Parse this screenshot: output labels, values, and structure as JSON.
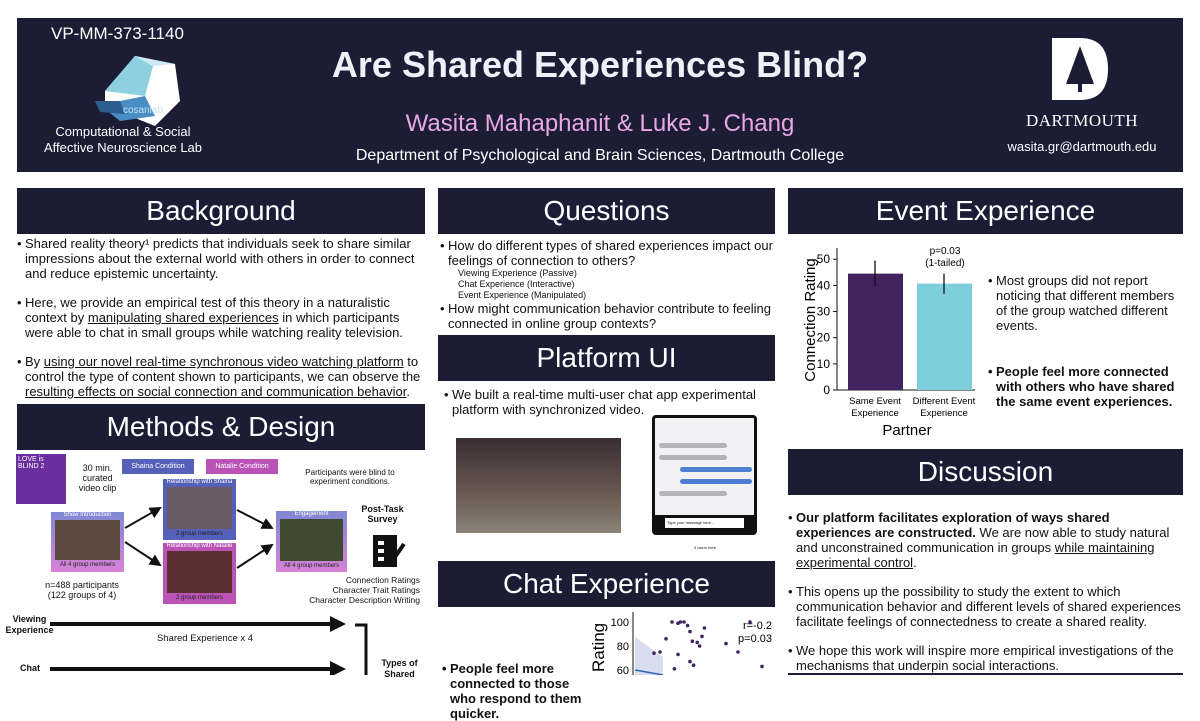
{
  "header": {
    "poster_id": "VP-MM-373-1140",
    "lab_logo_text": "cosanlab",
    "lab_name_line1": "Computational & Social",
    "lab_name_line2": "Affective Neuroscience Lab",
    "title": "Are Shared Experiences Blind?",
    "authors": "Wasita Mahaphanit & Luke J. Chang",
    "affiliation": "Department of Psychological and Brain Sciences, Dartmouth College",
    "university": "DARTMOUTH",
    "email": "wasita.gr@dartmouth.edu"
  },
  "background": {
    "heading": "Background",
    "p1": "Shared reality theory¹ predicts that individuals seek to share similar impressions about the external world with others in order to connect and reduce epistemic uncertainty.",
    "p2a": "Here, we provide an empirical test of this theory in a naturalistic context by ",
    "p2u": "manipulating shared experiences",
    "p2b": " in which participants were able to chat in small groups while watching reality television.",
    "p3a": "By ",
    "p3u": "using our novel real-time synchronous video watching platform",
    "p3b": " to control the type of content shown to participants, we can observe the ",
    "p3u2": "resulting effects on social connection and communication behavior",
    "p3c": "."
  },
  "methods": {
    "heading": "Methods & Design",
    "show_logo": "LOVE is BLIND 2",
    "clip": "30 min. curated video clip",
    "shaina_condition": "Shaina Condition",
    "natalie_condition": "Natalie Condition",
    "blind_note": "Participants were blind to experiment conditions.",
    "show_intro": "Show Introduction",
    "all_members": "All 4 group members",
    "rel_shaina": "Relationship with Shaina",
    "rel_natalie": "Relationship with Natalie",
    "two_members": "2 group members",
    "engagement": "Engagement",
    "survey": "Post-Task Survey",
    "survey_items": [
      "Connection Ratings",
      "Character Trait Ratings",
      "Character Description Writing"
    ],
    "n": "n=488 participants",
    "groups": "(122 groups of 4)",
    "viewing": "Viewing Experience",
    "shared_x4": "Shared Experience x 4",
    "chat": "Chat",
    "types": "Types of Shared"
  },
  "questions": {
    "heading": "Questions",
    "q1": "How do different types of shared experiences impact our feelings of connection to others?",
    "subs": [
      "Viewing Experience (Passive)",
      "Chat Experience (Interactive)",
      "Event Experience (Manipulated)"
    ],
    "q2": "How might communication behavior contribute to feeling connected in online group contexts?"
  },
  "platform": {
    "heading": "Platform UI",
    "text": "We built a real-time multi-user chat app experimental platform with synchronized video.",
    "chat_placeholder": "Type your message here...",
    "users_here": "4 users here"
  },
  "chat_experience": {
    "heading": "Chat Experience",
    "text": "People feel more connected to those who respond to them quicker."
  },
  "event": {
    "heading": "Event Experience",
    "b1": "Most groups did not report noticing that different members of the group watched different events.",
    "b2": "People feel more connected with others who have shared the same event experiences."
  },
  "discussion": {
    "heading": "Discussion",
    "p1b": "Our platform facilitates exploration of ways shared experiences are constructed.",
    "p1a": " We are now able to study natural and unconstrained communication in groups ",
    "p1u": "while maintaining experimental control",
    "p1c": ".",
    "p2": "This opens up the possibility to study the extent to which communication behavior and different levels of shared experiences facilitate feelings of connectedness to create a shared reality.",
    "p3": "We hope this work will inspire more empirical investigations of the mechanisms that underpin social interactions."
  },
  "chart_data": [
    {
      "type": "bar",
      "categories": [
        "Same Event Experience",
        "Different Event Experience"
      ],
      "values": [
        44.5,
        40.7
      ],
      "errors": [
        [
          39.5,
          49.5
        ],
        [
          36.8,
          44.5
        ]
      ],
      "colors": [
        "#43235f",
        "#7ecfdc"
      ],
      "xlabel": "Partner",
      "ylabel": "Connection Rating",
      "yticks": [
        0,
        10,
        20,
        30,
        40,
        50
      ],
      "ylim": [
        0,
        52
      ],
      "annotation": "p=0.03",
      "annotation2": "(1-tailed)"
    },
    {
      "type": "scatter",
      "ylabel": "Rating",
      "yticks": [
        60,
        80,
        100
      ],
      "annotation": "r=-0.2",
      "annotation2": "p=0.03",
      "x": [
        0.45,
        0.5,
        0.52,
        0.55,
        0.58,
        0.6,
        0.4,
        0.62,
        0.66,
        0.68,
        0.7,
        0.9,
        1.1,
        0.3,
        0.35,
        0.5,
        0.6,
        0.63,
        1.0,
        1.2,
        0.72,
        0.47
      ],
      "y": [
        100,
        99,
        100,
        100,
        97,
        92,
        86,
        84,
        83,
        80,
        88,
        82,
        100,
        74,
        75,
        73,
        67,
        64,
        75,
        63,
        95,
        61
      ]
    }
  ]
}
